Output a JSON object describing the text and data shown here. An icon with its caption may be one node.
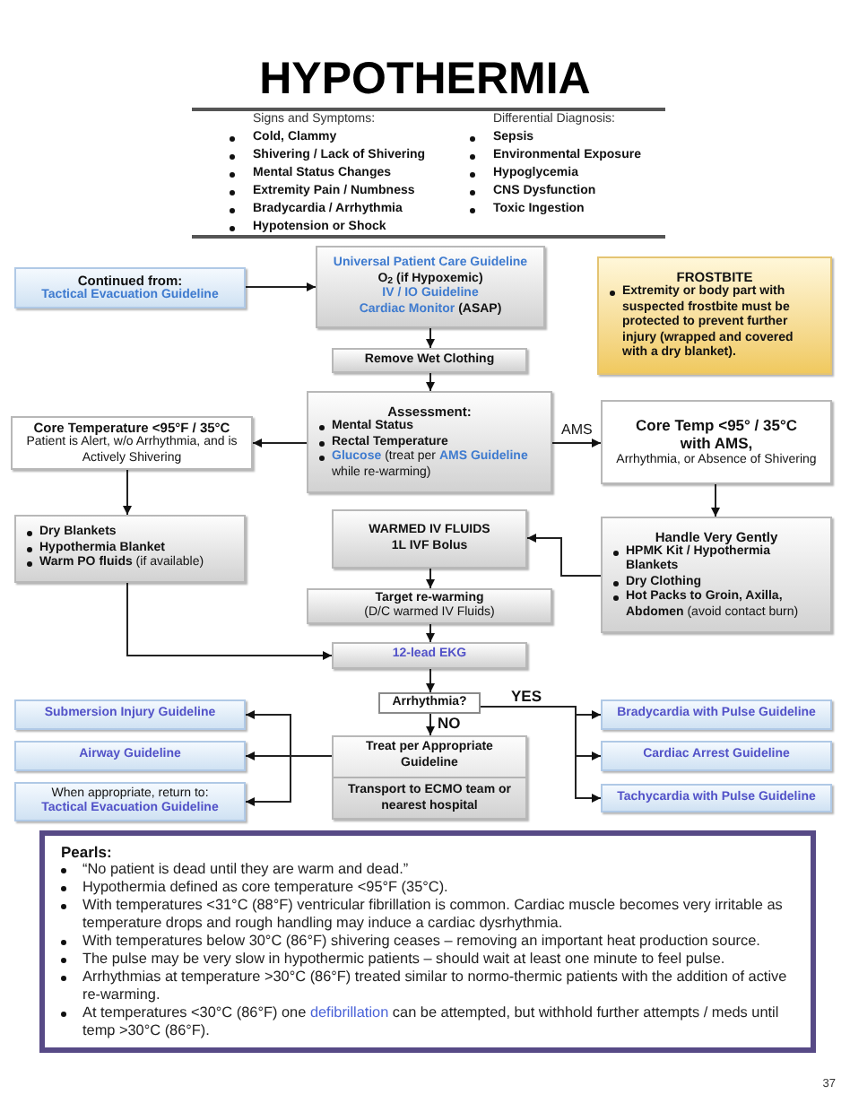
{
  "diagram": {
    "title": "HYPOTHERMIA",
    "nodes": [
      {
        "text": [
          "Continued from:",
          "Tactical Evacuation Guideline"
        ]
      },
      {
        "text": [
          "Universal Patient Care Guideline",
          "O$_{2}$ (if Hypoxemic)",
          "IV / IO Guideline",
          "Cardiac Monitor",
          "(ASAP)"
        ]
      },
      {
        "text": [
          "FROSTBITE",
          "Extremity or body part with suspected frostbite must be protected to prevent further injury (wrapped and covered with a dry blanket)."
        ]
      },
      {
        "text": [
          "Remove Wet Clothing"
        ]
      },
      {
        "text": [
          "Assessment:",
          "Mental Status",
          "Rectal Temperature",
          "Glucose",
          "(treat per",
          "AMS Guideline",
          "while re-warming)"
        ]
      },
      {
        "text": [
          "Core Temperature <95°F / 35°C",
          "Patient is Alert, w/o Arrhythmia, and is Actively Shivering"
        ]
      },
      {
        "text": [
          "Core Temp <95° / 35°C with AMS,",
          "Arrhythmia, or Absence of Shivering"
        ]
      },
      {
        "text": [
          "Dry Blankets",
          "Hypothermia Blanket",
          "**Warm PO fluids** (if available)"
        ]
      },
      {
        "text": [
          "WARMED IV FLUIDS",
          "1L IVF Bolus"
        ]
      },
      {
        "text": [
          "Handle Very Gently",
          "HPMK Kit / Hypothermia Blankets",
          "Dry Clothing",
          "**Hot Packs to Groin, Axilla, Abdomen** (avoid contact burn)"
        ]
      },
      {
        "text": [
          "Target re-warming",
          "(D/C warmed IV Fluids)"
        ]
      },
      {
        "text": [
          "12-lead EKG"
        ]
      },
      {
        "text": [
          "Arrhythmia?"
        ]
      },
      {
        "text": [
          "Submersion Injury Guideline"
        ]
      },
      {
        "text": [
          "Bradycardia with Pulse Guideline"
        ]
      },
      {
        "text": [
          "Treat per Appropriate Guideline",
          "Transport to ECMO team or nearest hospital"
        ]
      },
      {
        "text": [
          "Airway Guideline"
        ]
      },
      {
        "text": [
          "Cardiac Arrest Guideline"
        ]
      },
      {
        "text": [
          "When appropriate, return to:",
          "Tactical Evacuation Guideline"
        ]
      },
      {
        "text": [
          "Tachycardia with Pulse Guideline"
        ]
      },
      {
        "text": [
          "Pearls:",
          "“No patient is dead until they are warm and dead.”",
          "Hypothermia defined as core temperature <95°F (35°C).",
          "With temperatures <31°C (88°F) ventricular fibrillation is common. Cardiac muscle becomes very irritable as temperature drops and rough handling may induce a cardiac dysrhythmia.",
          "With temperatures below 30°C (86°F) shivering ceases – removing an important heat production source.",
          "The pulse may be very slow in hypothermic patients – should wait at least one minute to feel pulse.",
          "Arrhythmias at temperature >30°C (86°F) treated similar to normo-thermic patients with the addition of active re-warming.",
          "At temperatures <30°C (86°F) one",
          "defibrillation",
          "can be attempted, but withhold further attempts / meds until temp >30°C (86°F)."
        ]
      }
    ],
    "edges": [
      {
        "from": 0,
        "to": 1,
        "arrow": "to"
      },
      {
        "from": 1,
        "to": 3,
        "arrow": "to"
      },
      {
        "from": 3,
        "to": 4,
        "arrow": "to"
      },
      {
        "from": 4,
        "to": 5,
        "arrow": "to"
      },
      {
        "from": 4,
        "to": 6,
        "arrow": "to",
        "label": "AMS"
      },
      {
        "from": 5,
        "to": 7,
        "arrow": "to"
      },
      {
        "from": 6,
        "to": 9,
        "arrow": "to"
      },
      {
        "from": 9,
        "to": 8,
        "arrow": "to"
      },
      {
        "from": 8,
        "to": 10,
        "arrow": "to"
      },
      {
        "from": 10,
        "to": 11,
        "arrow": "to"
      },
      {
        "from": 7,
        "to": 11,
        "arrow": "to"
      },
      {
        "from": 11,
        "to": 12,
        "arrow": "to"
      },
      {
        "from": 12,
        "to": 15,
        "arrow": "to",
        "label": "NO"
      },
      {
        "from": 12,
        "to": 14,
        "arrow": "to",
        "label": "YES"
      },
      {
        "from": 12,
        "to": 17,
        "arrow": "to"
      },
      {
        "from": 12,
        "to": 19,
        "arrow": "to"
      },
      {
        "from": 15,
        "to": 13,
        "arrow": "to"
      },
      {
        "from": 15,
        "to": 16,
        "arrow": "to"
      },
      {
        "from": 15,
        "to": 18,
        "arrow": "to"
      }
    ],
    "labels": [
      "Signs and Symptoms:",
      "Cold, Clammy",
      "Shivering / Lack of Shivering",
      "Mental Status Changes",
      "Extremity Pain / Numbness",
      "Bradycardia / Arrhythmia",
      "Hypotension or Shock",
      "Differential Diagnosis:",
      "Sepsis",
      "Environmental Exposure",
      "Hypoglycemia",
      "CNS Dysfunction",
      "Toxic Ingestion",
      "37"
    ]
  }
}
